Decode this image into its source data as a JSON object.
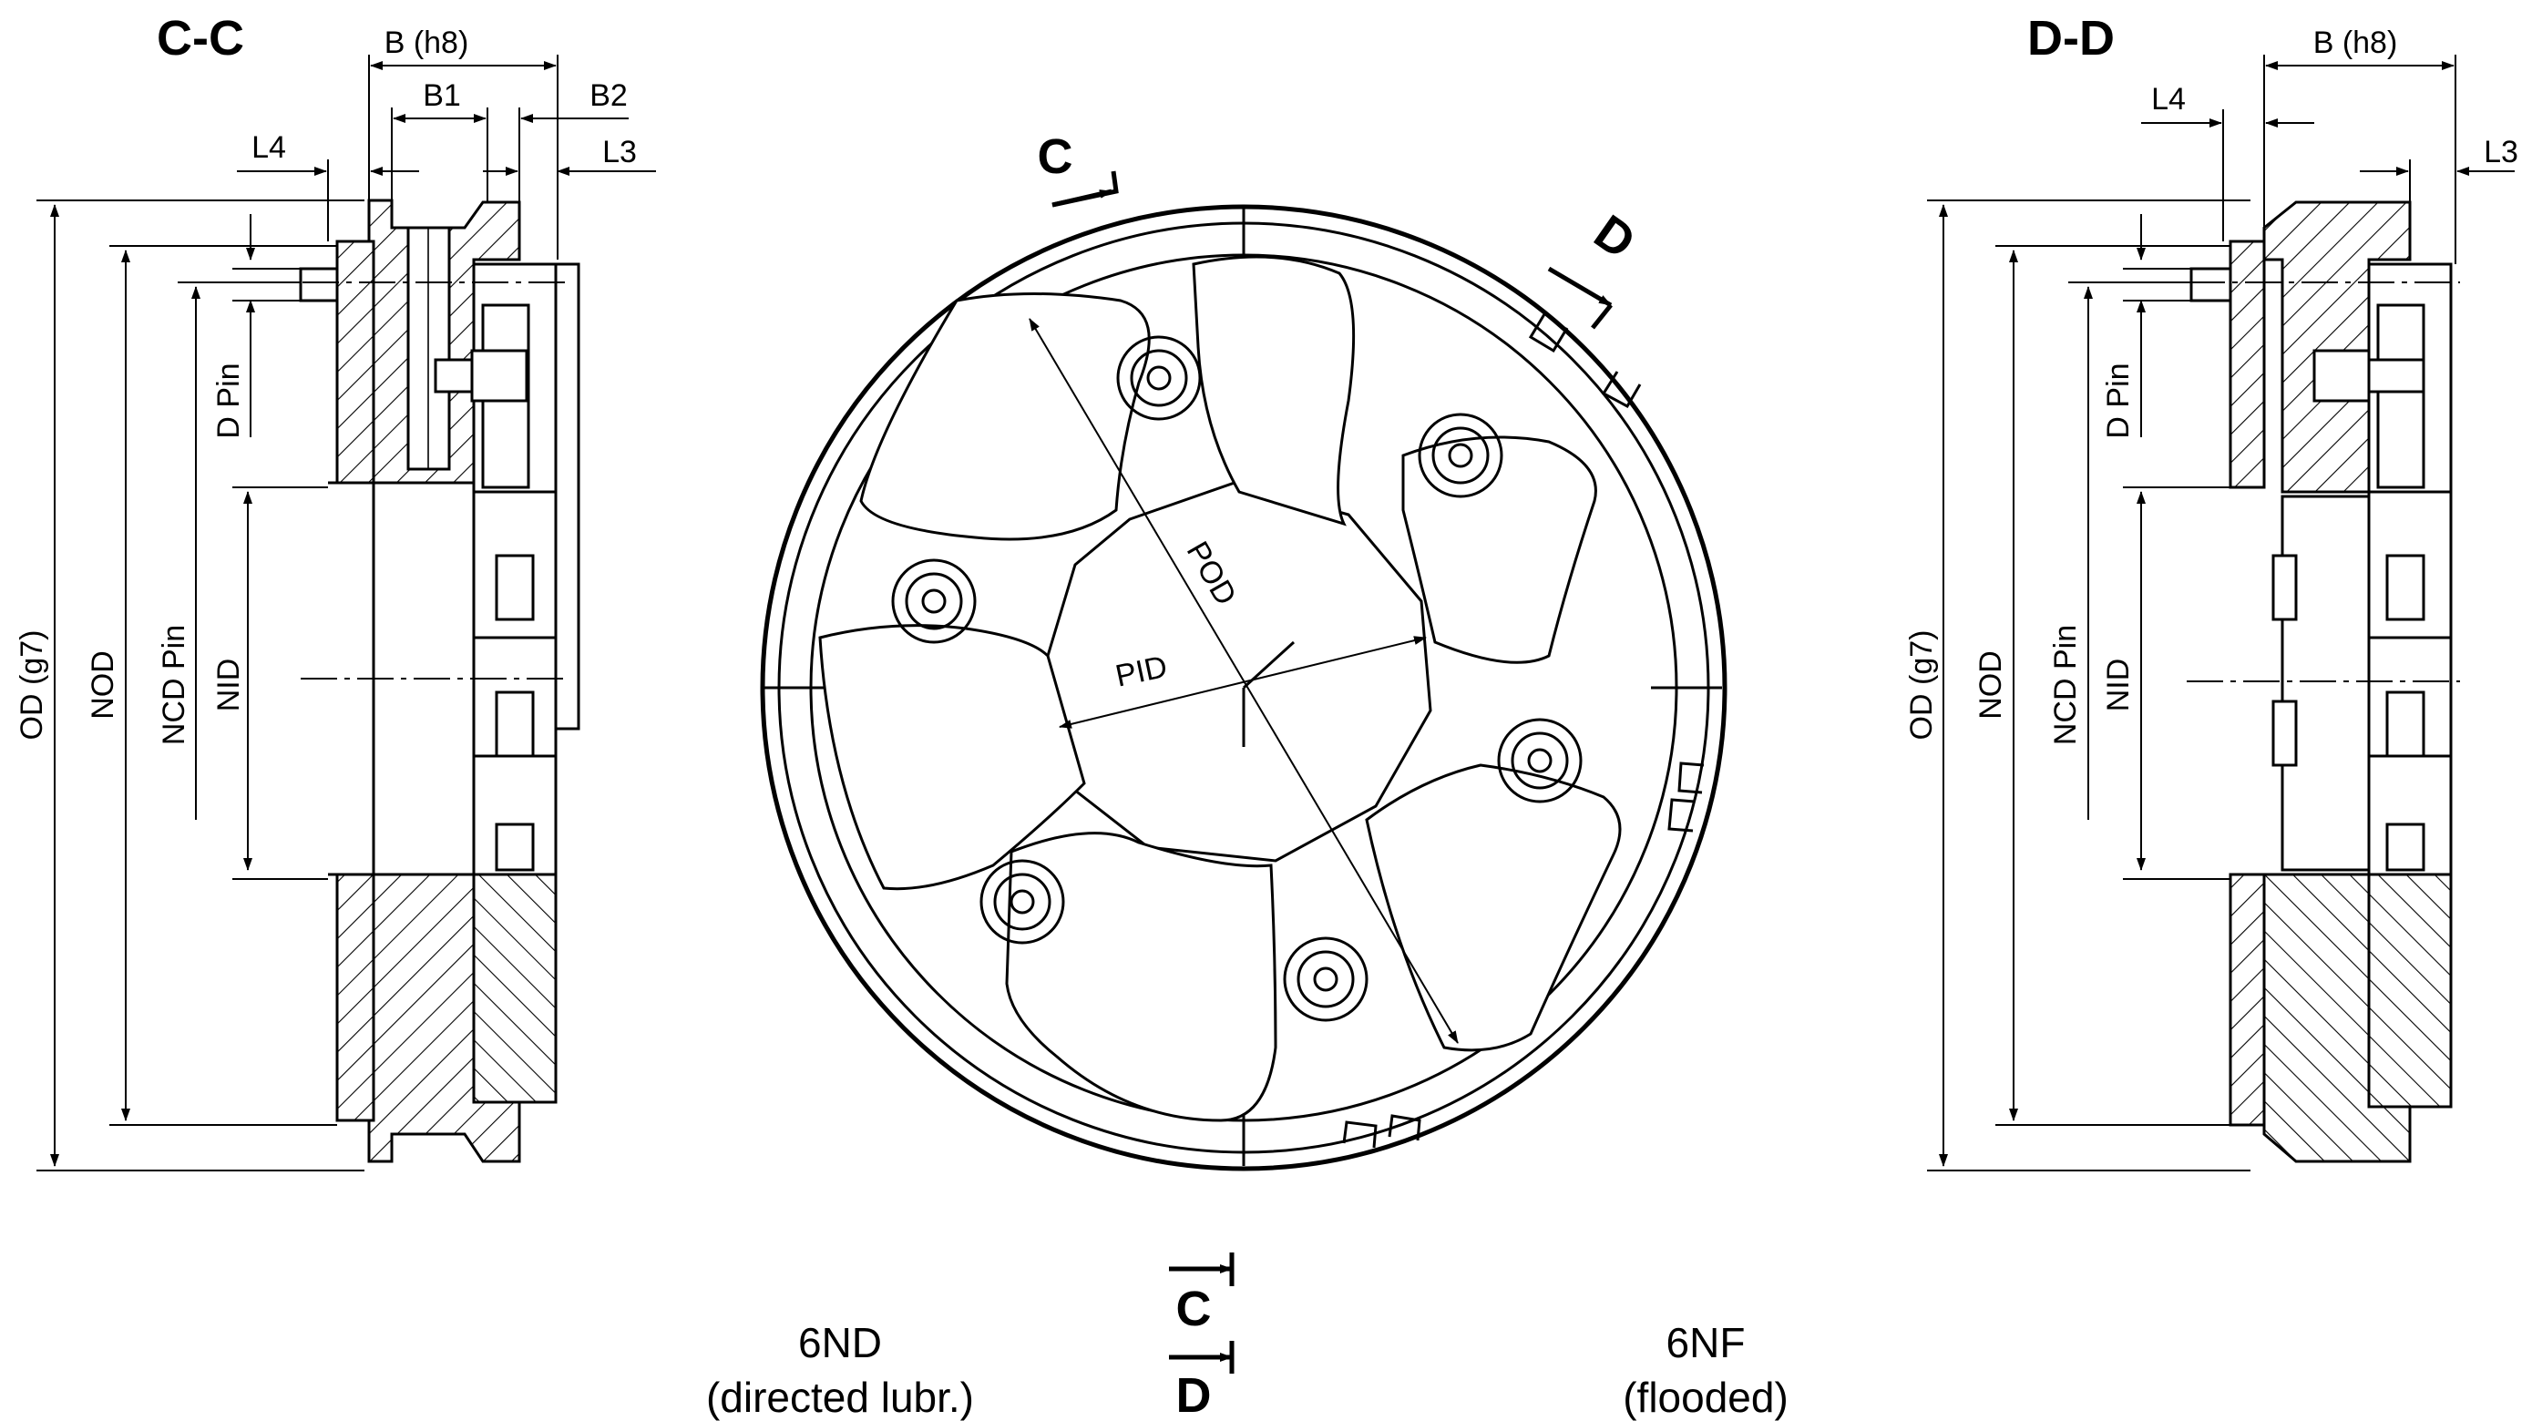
{
  "section_left": "C-C",
  "section_right": "D-D",
  "dims_left": {
    "b": "B (h8)",
    "b1": "B1",
    "b2": "B2",
    "l4": "L4",
    "l3": "L3",
    "od": "OD (g7)",
    "nod": "NOD",
    "ncd": "NCD Pin",
    "dpin": "D Pin",
    "nid": "NID"
  },
  "dims_right": {
    "b": "B (h8)",
    "l4": "L4",
    "l3": "L3",
    "od": "OD (g7)",
    "nod": "NOD",
    "ncd": "NCD Pin",
    "dpin": "D Pin",
    "nid": "NID"
  },
  "center_view": {
    "pod": "POD",
    "pid": "PID",
    "cut_c": "C",
    "cut_d": "D"
  },
  "captions": {
    "left_line1": "6ND",
    "left_line2": "(directed lubr.)",
    "right_line1": "6NF",
    "right_line2": "(flooded)"
  },
  "cut_markers": {
    "c": "C",
    "d": "D"
  }
}
